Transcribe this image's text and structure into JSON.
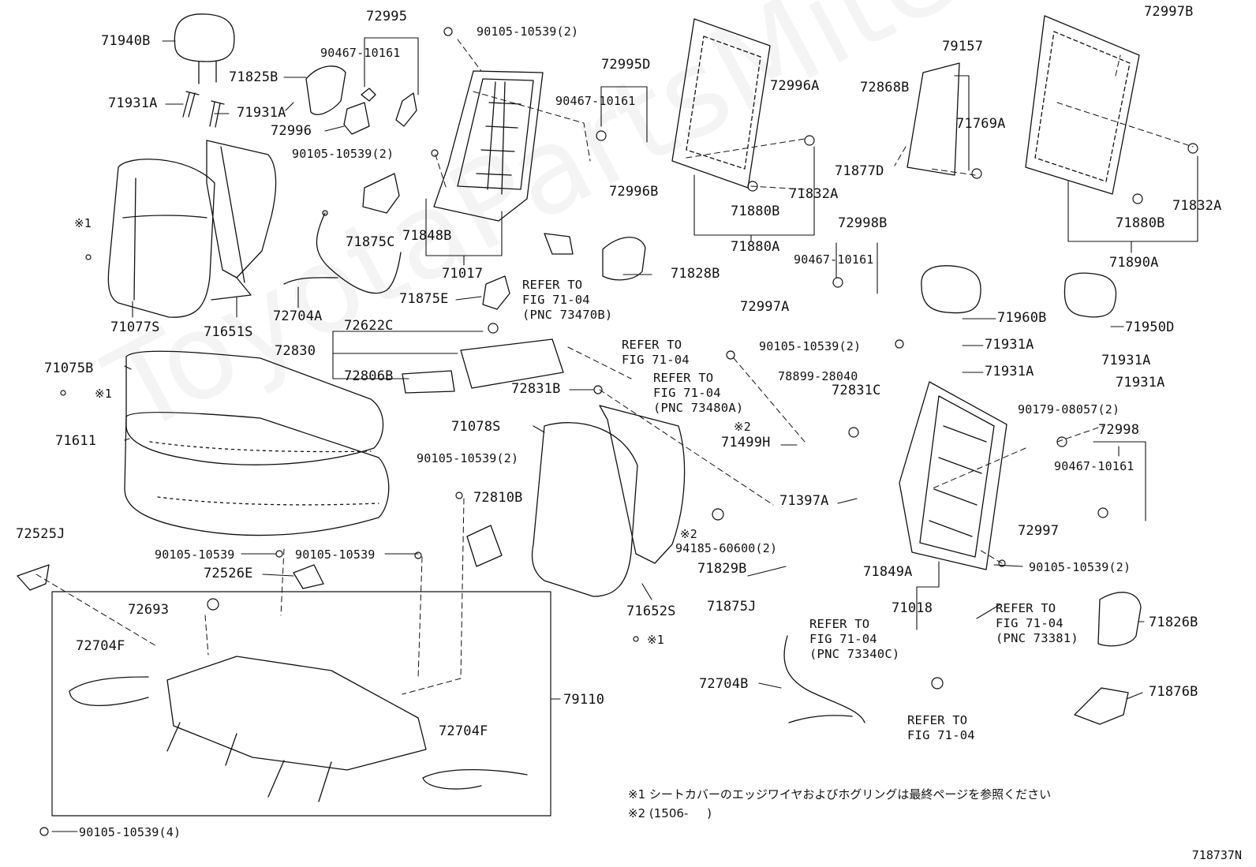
{
  "watermark": "ToyotaPartsMite.ru",
  "figure_code": "718737N",
  "notes": {
    "note1": "※1 シートカバーのエッジワイヤおよびホグリングは最終ページを参照ください",
    "note2": "※2 (1506-     )"
  },
  "labels": {
    "l71940B": "71940B",
    "l72995": "72995",
    "l90467a": "90467-10161",
    "l90105a": "90105-10539(2)",
    "l71825B": "71825B",
    "l71931A1": "71931A",
    "l71931A2": "71931A",
    "l72996": "72996",
    "l90105b": "90105-10539(2)",
    "l72995D": "72995D",
    "l90467b": "90467-10161",
    "l72996B": "72996B",
    "l72996A": "72996A",
    "l79157": "79157",
    "l72868B": "72868B",
    "l71769A": "71769A",
    "l71877D": "71877D",
    "l72997B": "72997B",
    "l71832A1": "71832A",
    "l71880B1": "71880B",
    "l71880A": "71880A",
    "l71832A2": "71832A",
    "l71880B2": "71880B",
    "l71890A": "71890A",
    "lx1a": "※1",
    "l71875C": "71875C",
    "l71848B": "71848B",
    "l71017": "71017",
    "l71828B": "71828B",
    "l71875E": "71875E",
    "l72704A": "72704A",
    "l71077S": "71077S",
    "l71651S": "71651S",
    "l72998B": "72998B",
    "l90467c": "90467-10161",
    "l72997A": "72997A",
    "l71960B": "71960B",
    "l71950D": "71950D",
    "l90105c": "90105-10539(2)",
    "l71931A3": "71931A",
    "l71931A4": "71931A",
    "l71931A5": "71931A",
    "l71931A6": "71931A",
    "l72622C": "72622C",
    "l72830": "72830",
    "l72806B": "72806B",
    "l72831B": "72831B",
    "l71075B": "71075B",
    "lx1b": "※1",
    "l71611": "71611",
    "l78899": "78899-28040",
    "l72831C": "72831C",
    "lx2a": "※2",
    "l71499H": "71499H",
    "l90179": "90179-08057(2)",
    "l72998": "72998",
    "l71078S": "71078S",
    "l90105d": "90105-10539(2)",
    "l72810B": "72810B",
    "l90467d": "90467-10161",
    "l71397A": "71397A",
    "lx2b": "※2",
    "l94185": "94185-60600(2)",
    "l72997": "72997",
    "l72525J": "72525J",
    "l90105e": "90105-10539",
    "l90105f": "90105-10539",
    "l72526E": "72526E",
    "l71829B": "71829B",
    "l71849A": "71849A",
    "l90105g": "90105-10539(2)",
    "l72693": "72693",
    "l71652S": "71652S",
    "l71875J": "71875J",
    "l71018": "71018",
    "lx1c": "※1",
    "l71826B": "71826B",
    "l72704F1": "72704F",
    "l79110": "79110",
    "l72704B": "72704B",
    "l71876B": "71876B",
    "l72704F2": "72704F",
    "l90105h": "90105-10539(4)"
  },
  "refs": {
    "r1": "REFER TO\nFIG 71-04\n(PNC 73470B)",
    "r2": "REFER TO\nFIG 71-04",
    "r3": "REFER TO\nFIG 71-04\n(PNC 73480A)",
    "r4": "REFER TO\nFIG 71-04\n(PNC 73340C)",
    "r5": "REFER TO\nFIG 71-04\n(PNC 73381)",
    "r6": "REFER TO\nFIG 71-04"
  }
}
